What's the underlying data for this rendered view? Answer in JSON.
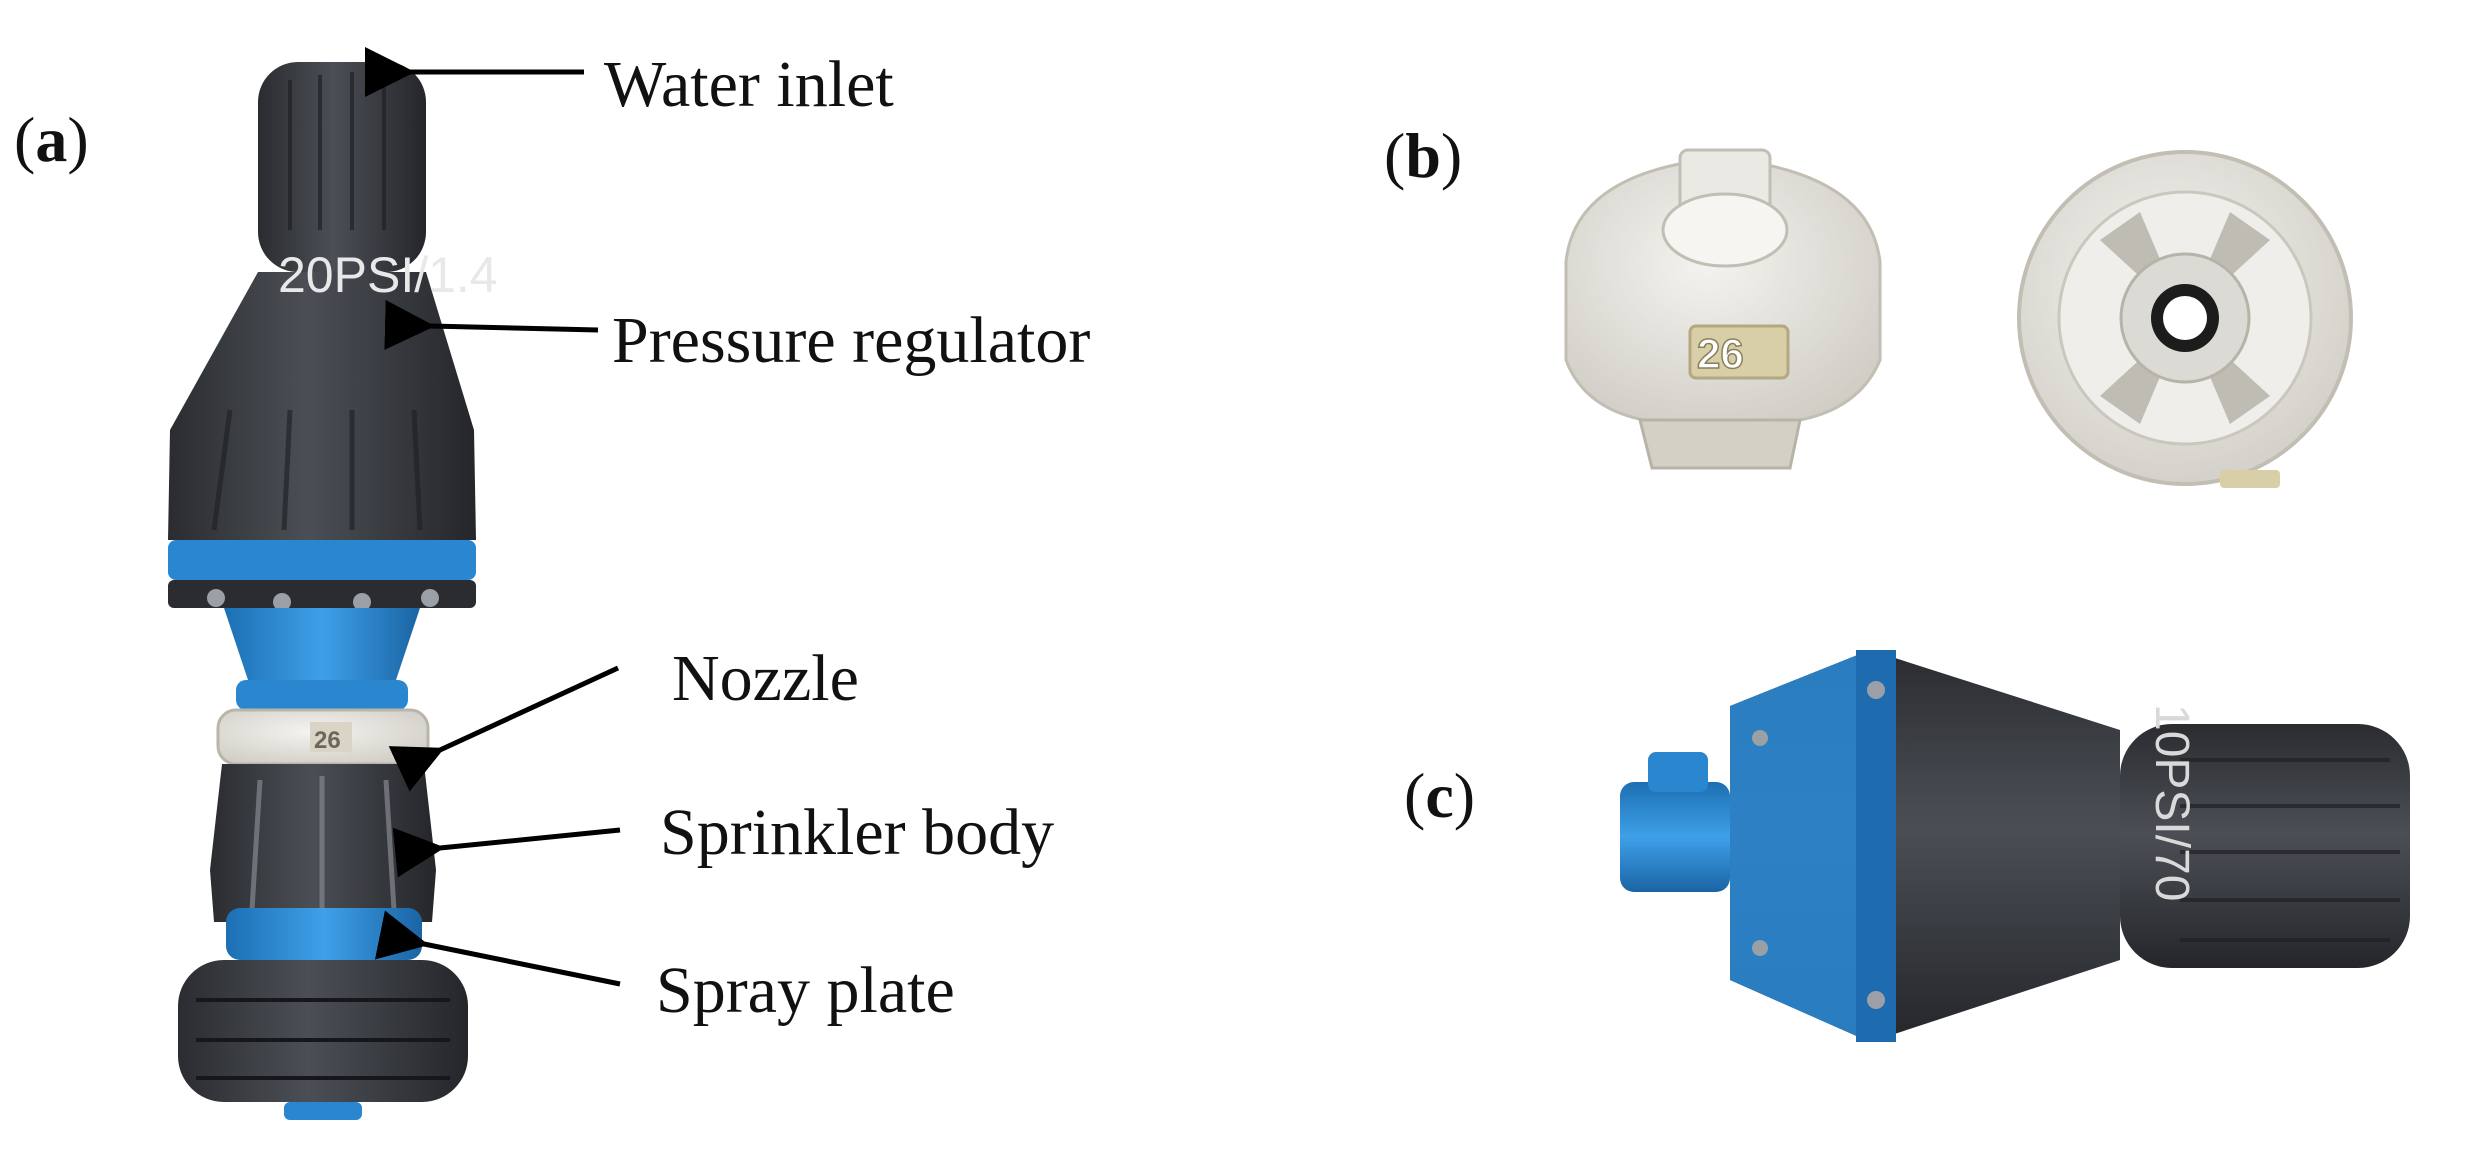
{
  "panels": {
    "a": {
      "open": "(",
      "letter": "a",
      "close": ")"
    },
    "b": {
      "open": "(",
      "letter": "b",
      "close": ")"
    },
    "c": {
      "open": "(",
      "letter": "c",
      "close": ")"
    }
  },
  "labels": {
    "water_inlet": "Water inlet",
    "pressure_regulator": "Pressure regulator",
    "nozzle": "Nozzle",
    "sprinkler_body": "Sprinkler body",
    "spray_plate": "Spray plate"
  },
  "product_markings": {
    "regulator_a": "20PSI/1.4",
    "nozzle_size": "26",
    "regulator_c": "10PSI/70"
  },
  "colors": {
    "body_dark": "#3a3d42",
    "accent_blue": "#2a86cf",
    "nozzle_white": "#e4e2dc",
    "arrow": "#000000"
  }
}
